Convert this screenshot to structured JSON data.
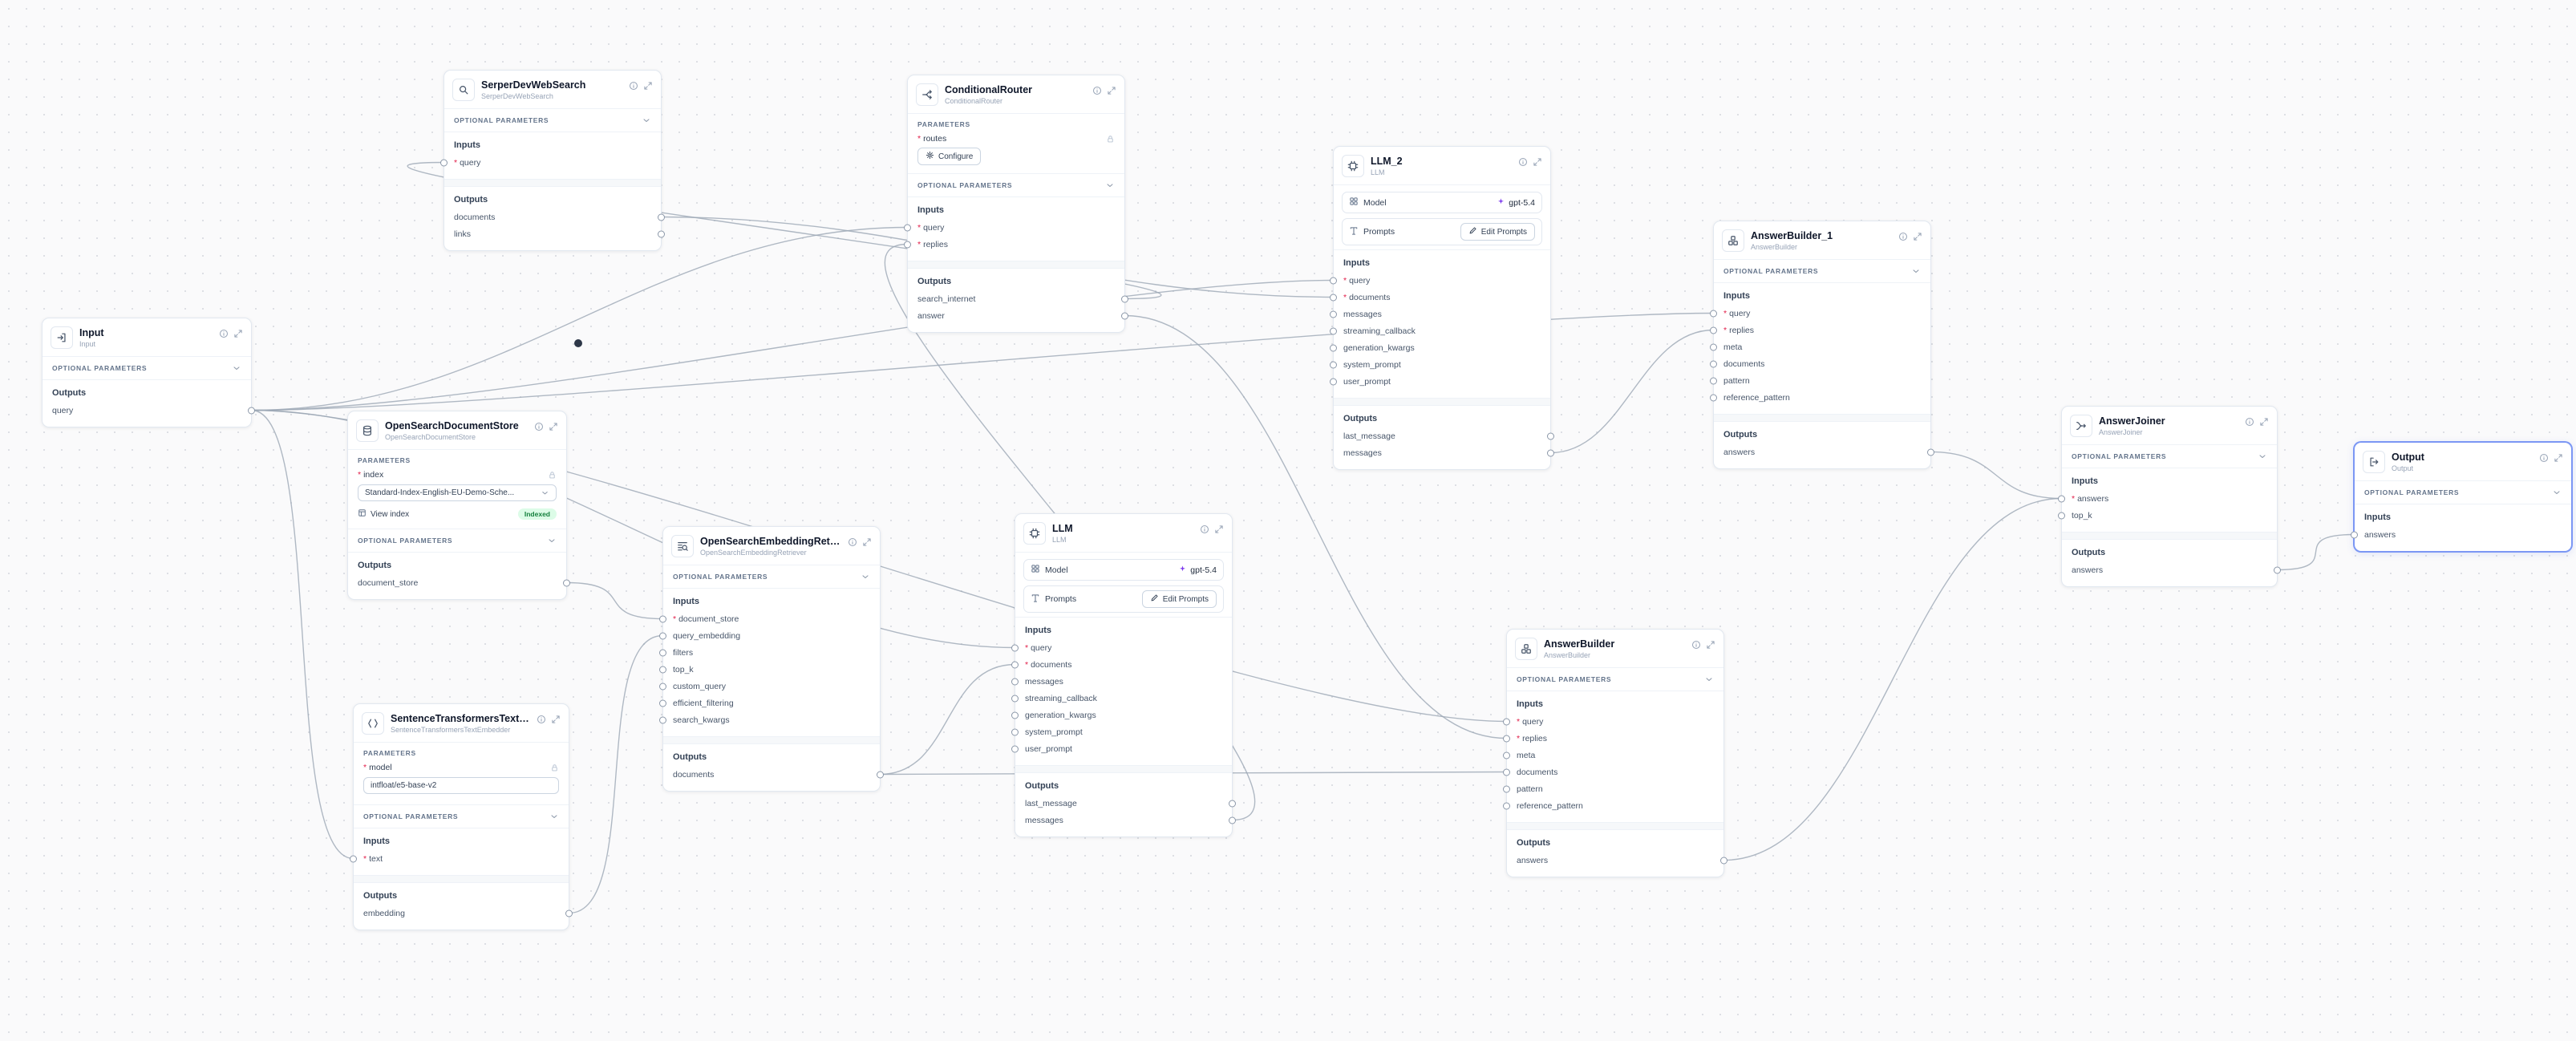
{
  "labels": {
    "parameters": "PARAMETERS",
    "optional_parameters": "OPTIONAL PARAMETERS",
    "inputs": "Inputs",
    "outputs": "Outputs",
    "required_marker": "*"
  },
  "colors": {
    "indexed_badge_bg": "#dcfce7",
    "indexed_badge_text": "#15803d",
    "edge": "#9ca7b5",
    "selected_border": "#7b97f4"
  },
  "nodes": [
    {
      "id": "serper",
      "title": "SerperDevWebSearch",
      "subtitle": "SerperDevWebSearch",
      "icon": "search-icon",
      "optional_parameters": true,
      "inputs": [
        {
          "name": "query",
          "required": true
        }
      ],
      "outputs": [
        {
          "name": "documents"
        },
        {
          "name": "links"
        }
      ]
    },
    {
      "id": "router",
      "title": "ConditionalRouter",
      "subtitle": "ConditionalRouter",
      "icon": "route-icon",
      "parameters": {
        "fields": [
          {
            "name": "routes",
            "required": true,
            "locked": true,
            "button": {
              "label": "Configure",
              "icon": "gear-icon"
            }
          }
        ]
      },
      "optional_parameters": true,
      "inputs": [
        {
          "name": "query",
          "required": true
        },
        {
          "name": "replies",
          "required": true
        }
      ],
      "outputs": [
        {
          "name": "search_internet"
        },
        {
          "name": "answer"
        }
      ]
    },
    {
      "id": "llm_2",
      "title": "LLM_2",
      "subtitle": "LLM",
      "icon": "chip-icon",
      "model_row": {
        "label": "Model",
        "value": "gpt-5.4",
        "left_icon": "grid-icon",
        "value_icon": "sparkle-icon"
      },
      "prompts_row": {
        "label": "Prompts",
        "left_icon": "type-icon",
        "button": {
          "label": "Edit Prompts",
          "icon": "pencil-icon"
        }
      },
      "inputs": [
        {
          "name": "query",
          "required": true
        },
        {
          "name": "documents",
          "required": true
        },
        {
          "name": "messages"
        },
        {
          "name": "streaming_callback"
        },
        {
          "name": "generation_kwargs"
        },
        {
          "name": "system_prompt"
        },
        {
          "name": "user_prompt"
        }
      ],
      "outputs": [
        {
          "name": "last_message"
        },
        {
          "name": "messages"
        }
      ]
    },
    {
      "id": "answer_builder_1",
      "title": "AnswerBuilder_1",
      "subtitle": "AnswerBuilder",
      "icon": "builder-icon",
      "optional_parameters": true,
      "inputs": [
        {
          "name": "query",
          "required": true
        },
        {
          "name": "replies",
          "required": true
        },
        {
          "name": "meta"
        },
        {
          "name": "documents"
        },
        {
          "name": "pattern"
        },
        {
          "name": "reference_pattern"
        }
      ],
      "outputs": [
        {
          "name": "answers"
        }
      ]
    },
    {
      "id": "input",
      "title": "Input",
      "subtitle": "Input",
      "icon": "input-icon",
      "optional_parameters": true,
      "inputs": [],
      "outputs": [
        {
          "name": "query"
        }
      ]
    },
    {
      "id": "docstore",
      "title": "OpenSearchDocumentStore",
      "subtitle": "OpenSearchDocumentStore",
      "icon": "database-icon",
      "parameters": {
        "fields": [
          {
            "name": "index",
            "required": true,
            "locked": true,
            "select": {
              "value": "Standard-Index-English-EU-Demo-Sche..."
            },
            "link": {
              "label": "View index",
              "icon": "table-icon"
            },
            "badge": {
              "label": "Indexed"
            }
          }
        ]
      },
      "optional_parameters": true,
      "inputs": [],
      "outputs": [
        {
          "name": "document_store"
        }
      ]
    },
    {
      "id": "retriever",
      "title": "OpenSearchEmbeddingRetrie...",
      "subtitle": "OpenSearchEmbeddingRetriever",
      "icon": "retriever-icon",
      "optional_parameters": true,
      "inputs": [
        {
          "name": "document_store",
          "required": true
        },
        {
          "name": "query_embedding"
        },
        {
          "name": "filters"
        },
        {
          "name": "top_k"
        },
        {
          "name": "custom_query"
        },
        {
          "name": "efficient_filtering"
        },
        {
          "name": "search_kwargs"
        }
      ],
      "outputs": [
        {
          "name": "documents"
        }
      ]
    },
    {
      "id": "llm",
      "title": "LLM",
      "subtitle": "LLM",
      "icon": "chip-icon",
      "model_row": {
        "label": "Model",
        "value": "gpt-5.4",
        "left_icon": "grid-icon",
        "value_icon": "sparkle-icon"
      },
      "prompts_row": {
        "label": "Prompts",
        "left_icon": "type-icon",
        "button": {
          "label": "Edit Prompts",
          "icon": "pencil-icon"
        }
      },
      "inputs": [
        {
          "name": "query",
          "required": true
        },
        {
          "name": "documents",
          "required": true
        },
        {
          "name": "messages"
        },
        {
          "name": "streaming_callback"
        },
        {
          "name": "generation_kwargs"
        },
        {
          "name": "system_prompt"
        },
        {
          "name": "user_prompt"
        }
      ],
      "outputs": [
        {
          "name": "last_message"
        },
        {
          "name": "messages"
        }
      ]
    },
    {
      "id": "embedder",
      "title": "SentenceTransformersTextEm...",
      "subtitle": "SentenceTransformersTextEmbedder",
      "icon": "embed-icon",
      "parameters": {
        "fields": [
          {
            "name": "model",
            "required": true,
            "locked": true,
            "input": {
              "value": "intfloat/e5-base-v2"
            }
          }
        ]
      },
      "optional_parameters": true,
      "inputs": [
        {
          "name": "text",
          "required": true
        }
      ],
      "outputs": [
        {
          "name": "embedding"
        }
      ]
    },
    {
      "id": "answer_builder",
      "title": "AnswerBuilder",
      "subtitle": "AnswerBuilder",
      "icon": "builder-icon",
      "optional_parameters": true,
      "inputs": [
        {
          "name": "query",
          "required": true
        },
        {
          "name": "replies",
          "required": true
        },
        {
          "name": "meta"
        },
        {
          "name": "documents"
        },
        {
          "name": "pattern"
        },
        {
          "name": "reference_pattern"
        }
      ],
      "outputs": [
        {
          "name": "answers"
        }
      ]
    },
    {
      "id": "joiner",
      "title": "AnswerJoiner",
      "subtitle": "AnswerJoiner",
      "icon": "merge-icon",
      "optional_parameters": true,
      "inputs": [
        {
          "name": "answers",
          "required": true
        },
        {
          "name": "top_k"
        }
      ],
      "outputs": [
        {
          "name": "answers"
        }
      ]
    },
    {
      "id": "output",
      "title": "Output",
      "subtitle": "Output",
      "icon": "output-icon",
      "selected": true,
      "optional_parameters": true,
      "inputs": [
        {
          "name": "answers"
        }
      ],
      "outputs": []
    }
  ],
  "edges": [
    {
      "from": "input.query",
      "to": "router.query"
    },
    {
      "from": "input.query",
      "to": "embedder.text"
    },
    {
      "from": "input.query",
      "to": "llm.query"
    },
    {
      "from": "input.query",
      "to": "llm_2.query"
    },
    {
      "from": "input.query",
      "to": "answer_builder.query"
    },
    {
      "from": "input.query",
      "to": "answer_builder_1.query"
    },
    {
      "from": "docstore.document_store",
      "to": "retriever.document_store"
    },
    {
      "from": "embedder.embedding",
      "to": "retriever.query_embedding"
    },
    {
      "from": "retriever.documents",
      "to": "llm.documents"
    },
    {
      "from": "retriever.documents",
      "to": "answer_builder.documents"
    },
    {
      "from": "llm.messages",
      "to": "router.replies"
    },
    {
      "from": "router.search_internet",
      "to": "serper.query"
    },
    {
      "from": "router.answer",
      "to": "answer_builder.replies"
    },
    {
      "from": "serper.documents",
      "to": "llm_2.documents"
    },
    {
      "from": "llm_2.messages",
      "to": "answer_builder_1.replies"
    },
    {
      "from": "answer_builder_1.answers",
      "to": "joiner.answers"
    },
    {
      "from": "answer_builder.answers",
      "to": "joiner.answers"
    },
    {
      "from": "joiner.answers",
      "to": "output.answers"
    }
  ]
}
